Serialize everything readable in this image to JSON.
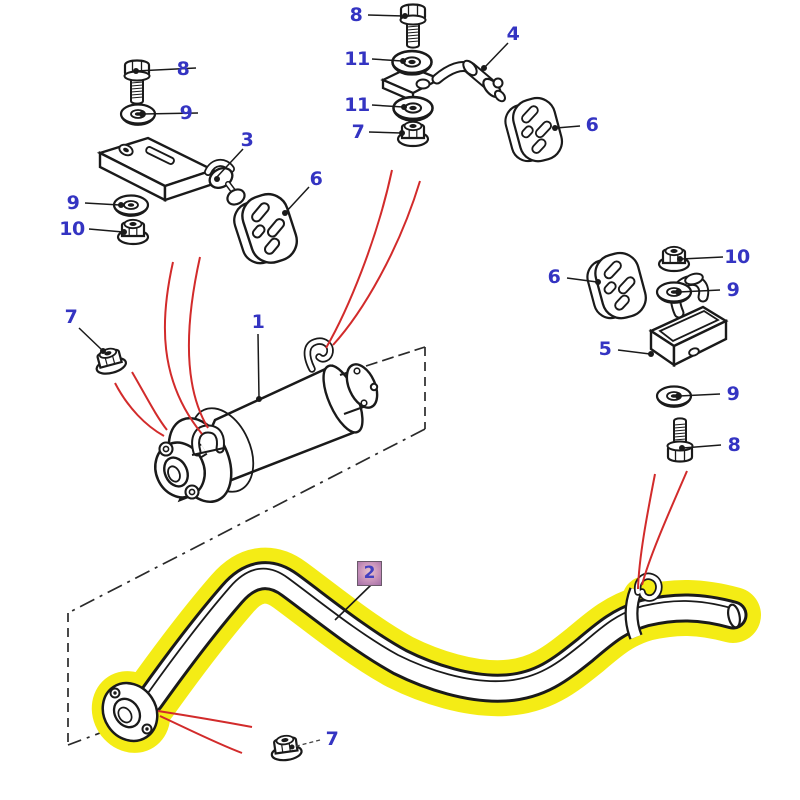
{
  "diagram": {
    "subject": "Exhaust system parts diagram",
    "background": "#ffffff",
    "colors": {
      "label_text": "#3434c2",
      "line": "#1a1a1a",
      "callout_red": "#d22b2b",
      "highlight_yellow": "#f4ec15",
      "badge_border": "#6a5a6a",
      "badge_bg_light": "#e8c4cc",
      "badge_bg_dark": "#a36ea6"
    },
    "selected_badge": {
      "text": "2"
    },
    "callouts": [
      {
        "text": "8"
      },
      {
        "text": "9"
      },
      {
        "text": "3"
      },
      {
        "text": "6"
      },
      {
        "text": "9"
      },
      {
        "text": "10"
      },
      {
        "text": "8"
      },
      {
        "text": "11"
      },
      {
        "text": "4"
      },
      {
        "text": "11"
      },
      {
        "text": "7"
      },
      {
        "text": "6"
      },
      {
        "text": "6"
      },
      {
        "text": "10"
      },
      {
        "text": "9"
      },
      {
        "text": "5"
      },
      {
        "text": "9"
      },
      {
        "text": "8"
      },
      {
        "text": "7"
      },
      {
        "text": "1"
      },
      {
        "text": "7"
      }
    ]
  }
}
